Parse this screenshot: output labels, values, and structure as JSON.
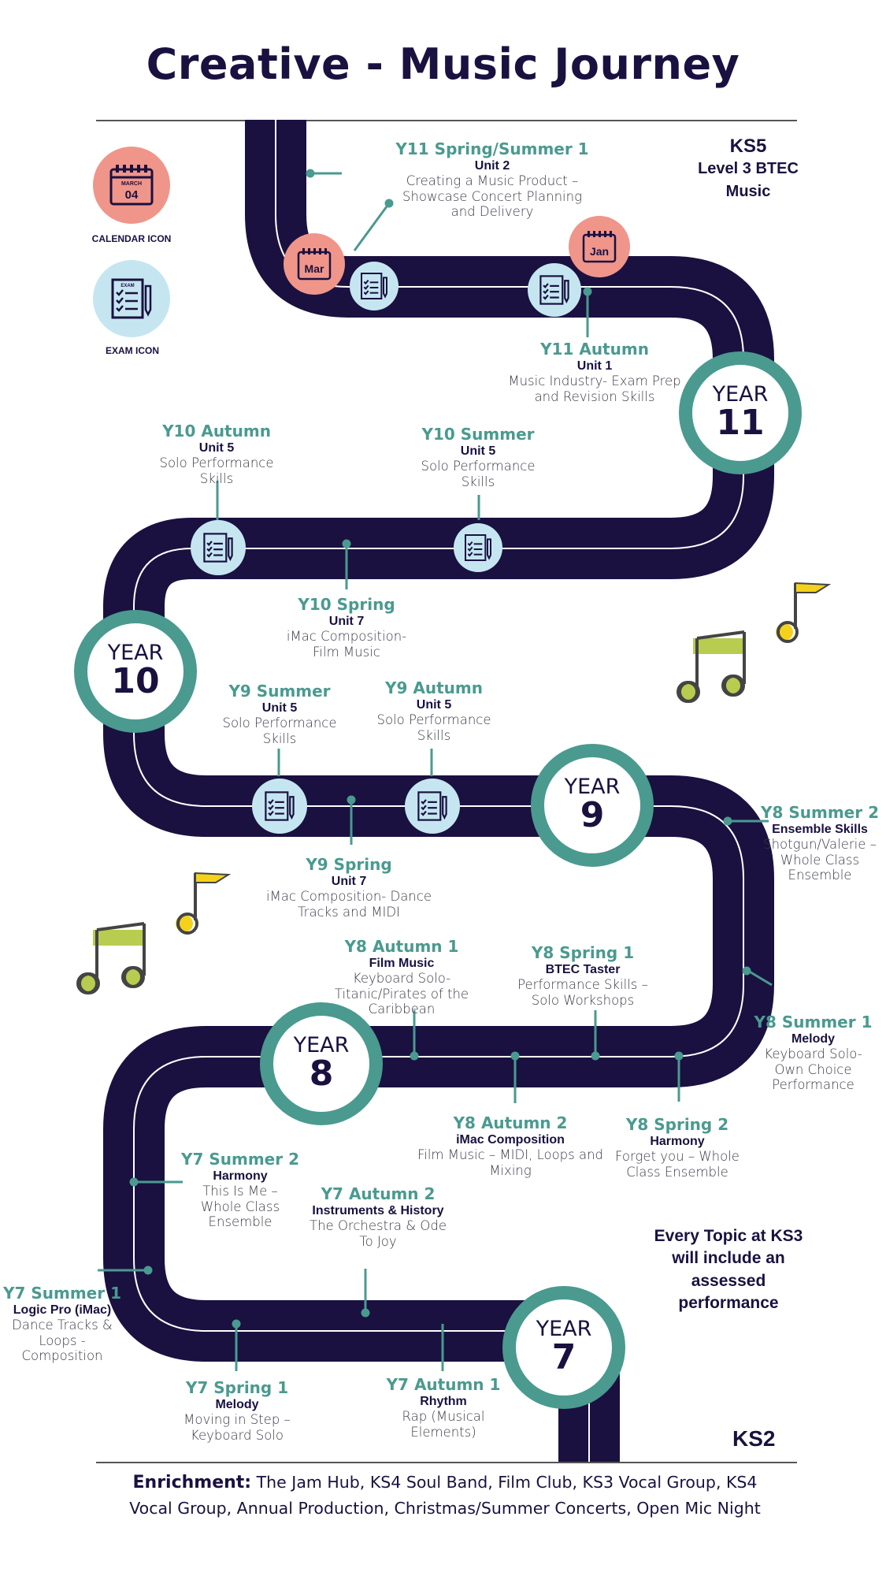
{
  "title": "Creative - Music Journey",
  "legend": {
    "calendar_month": "MARCH",
    "calendar_day": "04",
    "calendar_label": "CALENDAR ICON",
    "exam_label": "EXAM ICON",
    "exam_icon_text": "EXAM"
  },
  "key_stages": {
    "ks5_title": "KS5",
    "ks5_line1": "Level 3 BTEC",
    "ks5_line2": "Music",
    "ks2": "KS2"
  },
  "calendar_markers": {
    "mar": "Mar",
    "jan": "Jan"
  },
  "years": [
    {
      "label": "YEAR",
      "number": "11"
    },
    {
      "label": "YEAR",
      "number": "10"
    },
    {
      "label": "YEAR",
      "number": "9"
    },
    {
      "label": "YEAR",
      "number": "8"
    },
    {
      "label": "YEAR",
      "number": "7"
    }
  ],
  "milestones": {
    "y11_spring_summer": {
      "term": "Y11 Spring/Summer 1",
      "unit": "Unit 2",
      "desc": "Creating a Music Product – Showcase Concert Planning and Delivery"
    },
    "y11_autumn": {
      "term": "Y11 Autumn",
      "unit": "Unit 1",
      "desc": "Music Industry- Exam Prep and Revision Skills"
    },
    "y10_autumn": {
      "term": "Y10 Autumn",
      "unit": "Unit 5",
      "desc": "Solo Performance Skills"
    },
    "y10_summer": {
      "term": "Y10 Summer",
      "unit": "Unit 5",
      "desc": "Solo Performance Skills"
    },
    "y10_spring": {
      "term": "Y10 Spring",
      "unit": "Unit 7",
      "desc": "iMac Composition- Film Music"
    },
    "y9_summer": {
      "term": "Y9 Summer",
      "unit": "Unit 5",
      "desc": "Solo Performance Skills"
    },
    "y9_autumn": {
      "term": "Y9 Autumn",
      "unit": "Unit 5",
      "desc": "Solo Performance Skills"
    },
    "y9_spring": {
      "term": "Y9 Spring",
      "unit": "Unit 7",
      "desc": "iMac Composition- Dance Tracks and MIDI"
    },
    "y8_summer2": {
      "term": "Y8 Summer 2",
      "unit": "Ensemble Skills",
      "desc": "Shotgun/Valerie – Whole Class Ensemble"
    },
    "y8_autumn1": {
      "term": "Y8 Autumn 1",
      "unit": "Film Music",
      "desc": "Keyboard Solo- Titanic/Pirates of the Caribbean"
    },
    "y8_spring1": {
      "term": "Y8 Spring 1",
      "unit": "BTEC Taster",
      "desc": "Performance Skills – Solo Workshops"
    },
    "y8_summer1": {
      "term": "Y8 Summer 1",
      "unit": "Melody",
      "desc": "Keyboard Solo- Own Choice Performance"
    },
    "y8_autumn2": {
      "term": "Y8 Autumn 2",
      "unit": "iMac Composition",
      "desc": "Film Music – MIDI, Loops and Mixing"
    },
    "y8_spring2": {
      "term": "Y8 Spring 2",
      "unit": "Harmony",
      "desc": "Forget you – Whole Class Ensemble"
    },
    "y7_summer2": {
      "term": "Y7 Summer 2",
      "unit": "Harmony",
      "desc": "This Is Me – Whole Class Ensemble"
    },
    "y7_autumn2": {
      "term": "Y7 Autumn 2",
      "unit": "Instruments & History",
      "desc": "The Orchestra & Ode To Joy"
    },
    "y7_summer1": {
      "term": "Y7 Summer 1",
      "unit": "Logic Pro (iMac)",
      "desc": "Dance Tracks & Loops - Composition"
    },
    "y7_spring1": {
      "term": "Y7 Spring 1",
      "unit": "Melody",
      "desc": "Moving in Step – Keyboard Solo"
    },
    "y7_autumn1": {
      "term": "Y7 Autumn 1",
      "unit": "Rhythm",
      "desc": "Rap (Musical Elements)"
    }
  },
  "ks3_note": "Every Topic at KS3 will include an assessed performance",
  "enrichment": {
    "label": "Enrichment:",
    "text": "The Jam Hub, KS4 Soul Band, Film Club, KS3 Vocal Group, KS4 Vocal Group, Annual Production, Christmas/Summer Concerts, Open Mic Night"
  },
  "colors": {
    "road": "#1a1140",
    "teal": "#4a9a8f",
    "exam_bg": "#c5e6f1",
    "calendar_bg": "#f0958a",
    "note_green": "#b8cc4f",
    "flag_yellow": "#f4d21c"
  }
}
